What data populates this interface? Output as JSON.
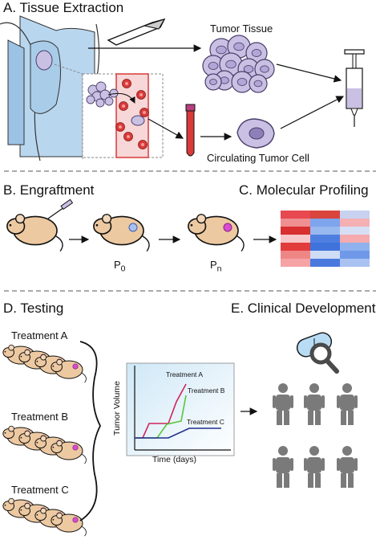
{
  "sections": {
    "a_title": "A. Tissue Extraction",
    "b_title": "B. Engraftment",
    "c_title": "C. Molecular Profiling",
    "d_title": "D. Testing",
    "e_title": "E. Clinical Development"
  },
  "labels": {
    "tumor_tissue": "Tumor Tissue",
    "ctc": "Circulating Tumor Cell",
    "p0": "P",
    "p0_sub": "0",
    "pn": "P",
    "pn_sub": "n"
  },
  "treatments": [
    "Treatment A",
    "Treatment B",
    "Treatment C"
  ],
  "chart": {
    "ylabel": "Tumor Volume",
    "xlabel": "Time (days)",
    "series": [
      {
        "name": "Treatment A",
        "color": "#d0245c"
      },
      {
        "name": "Treatment B",
        "color": "#5ac53a"
      },
      {
        "name": "Treatment C",
        "color": "#1f2f8f"
      }
    ]
  },
  "heatmap": {
    "colors": [
      [
        "#e8484f",
        "#d9443d",
        "#c8d2f0"
      ],
      [
        "#f08f92",
        "#7ea4ec",
        "#f4b0b3"
      ],
      [
        "#d82f2f",
        "#98b8f0",
        "#d7dff5"
      ],
      [
        "#f7c7c9",
        "#4e7fe0",
        "#f5aaad"
      ],
      [
        "#e23b3b",
        "#3f73db",
        "#8fb2ef"
      ],
      [
        "#ef8686",
        "#cfdcf6",
        "#6f99e8"
      ],
      [
        "#f6a3a6",
        "#4a79de",
        "#a9c2f2"
      ]
    ]
  },
  "colors": {
    "tissue": "#c9c0e3",
    "tissue_stroke": "#4a3f6b",
    "mouse": "#edc9a1",
    "tumor_p0": "#a7c0ee",
    "tumor_pn": "#d94bd0",
    "blood": "#d83a3a",
    "skin": "#7a7a7a",
    "lung": "#b9d6ef"
  }
}
